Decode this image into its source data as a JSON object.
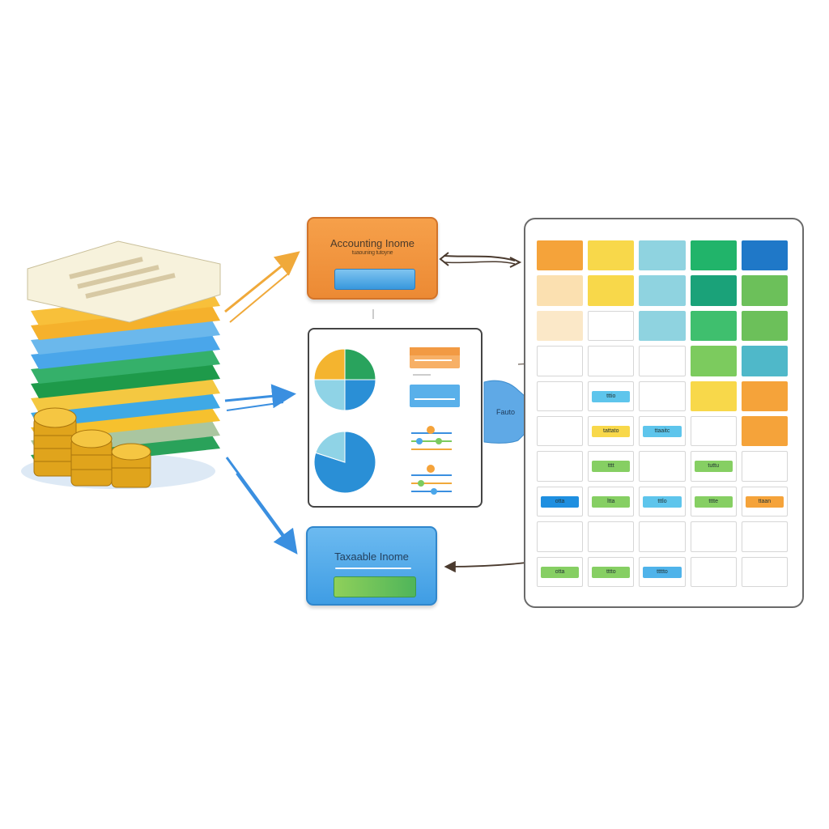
{
  "accounting_box": {
    "title": "Accounting Inome",
    "subtitle": "tuaouning tutoyne",
    "color": "#f29a43"
  },
  "taxable_box": {
    "title": "Taxaable Inome",
    "color": "#4aa6ea"
  },
  "middle_panel": {
    "pie_charts": [
      {
        "slices": [
          {
            "value": 25,
            "color": "#29a35d"
          },
          {
            "value": 25,
            "color": "#2a8fd6"
          },
          {
            "value": 25,
            "color": "#8fd3e6"
          },
          {
            "value": 25,
            "color": "#f4b42f"
          }
        ]
      },
      {
        "slices": [
          {
            "value": 80,
            "color": "#2a8fd6"
          },
          {
            "value": 20,
            "color": "#8fd3e6"
          }
        ]
      }
    ]
  },
  "connector_label": "Fauto",
  "spreadsheet": {
    "rows": [
      [
        {
          "color": "#f5a33a"
        },
        {
          "color": "#f8d84a"
        },
        {
          "color": "#8fd3e0"
        },
        {
          "color": "#21b46a"
        },
        {
          "color": "#1f78c8"
        }
      ],
      [
        {
          "color": "#fbe0b0"
        },
        {
          "color": "#f8d84a"
        },
        {
          "color": "#8fd3e0"
        },
        {
          "color": "#1aa279"
        },
        {
          "color": "#6cc05a"
        }
      ],
      [
        {
          "color": "#fbe8c8"
        },
        {
          "color": "#ffffff"
        },
        {
          "color": "#8fd3e0"
        },
        {
          "color": "#3fbf6e"
        },
        {
          "color": "#6cc05a"
        }
      ],
      [
        {
          "color": "#ffffff"
        },
        {
          "color": "#ffffff"
        },
        {
          "color": "#ffffff"
        },
        {
          "color": "#7ccb5e"
        },
        {
          "color": "#4fb8c9"
        }
      ],
      [
        {
          "color": "#ffffff"
        },
        {
          "color": "#ffffff",
          "chip": "tttio",
          "chip_color": "#5ec5ec"
        },
        {
          "color": "#ffffff"
        },
        {
          "color": "#f8d84a"
        },
        {
          "color": "#f5a33a"
        }
      ],
      [
        {
          "color": "#ffffff"
        },
        {
          "color": "#ffffff",
          "chip": "tattato",
          "chip_color": "#f8d84a"
        },
        {
          "color": "#ffffff",
          "chip": "ttaaitc",
          "chip_color": "#5ec5ec"
        },
        {
          "color": "#ffffff"
        },
        {
          "color": "#f5a33a"
        }
      ],
      [
        {
          "color": "#ffffff"
        },
        {
          "color": "#ffffff",
          "chip": "tttt",
          "chip_color": "#86cf63"
        },
        {
          "color": "#ffffff"
        },
        {
          "color": "#ffffff",
          "chip": "tuttu",
          "chip_color": "#86cf63"
        },
        {
          "color": "#ffffff"
        }
      ],
      [
        {
          "color": "#ffffff",
          "chip": "otta",
          "chip_color": "#1f8fe0"
        },
        {
          "color": "#ffffff",
          "chip": "ltta",
          "chip_color": "#86cf63"
        },
        {
          "color": "#ffffff",
          "chip": "tttlo",
          "chip_color": "#5ec5ec"
        },
        {
          "color": "#ffffff",
          "chip": "tttte",
          "chip_color": "#86cf63"
        },
        {
          "color": "#ffffff",
          "chip": "ttaan",
          "chip_color": "#f5a33a"
        }
      ],
      [
        {
          "color": "#ffffff"
        },
        {
          "color": "#ffffff"
        },
        {
          "color": "#ffffff"
        },
        {
          "color": "#ffffff"
        },
        {
          "color": "#ffffff"
        }
      ],
      [
        {
          "color": "#ffffff",
          "chip": "otta",
          "chip_color": "#86cf63"
        },
        {
          "color": "#ffffff",
          "chip": "tttto",
          "chip_color": "#86cf63"
        },
        {
          "color": "#ffffff",
          "chip": "ttttto",
          "chip_color": "#4fb3ea"
        },
        {
          "color": "#ffffff"
        },
        {
          "color": "#ffffff"
        }
      ]
    ]
  },
  "colors": {
    "arrow_orange": "#f0a93a",
    "arrow_blue": "#3a8fe0",
    "link_dark": "#4a3a2e"
  }
}
